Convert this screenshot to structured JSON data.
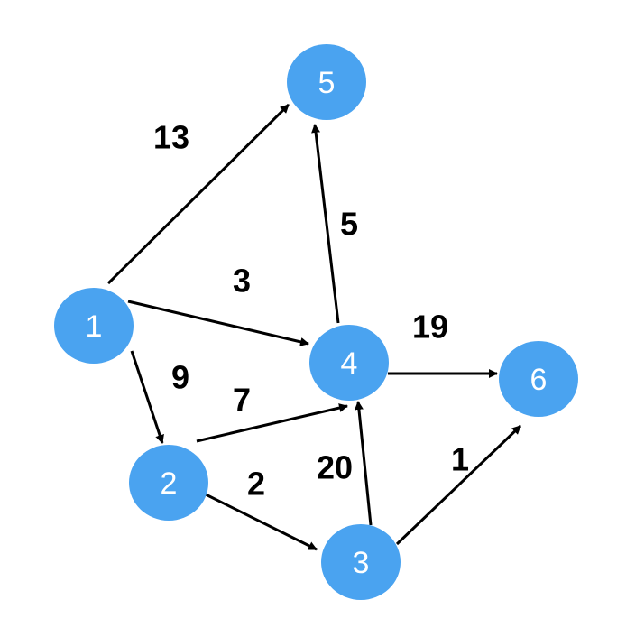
{
  "colors": {
    "node": "#4aa3f0",
    "edge": "#000000",
    "node_text": "#ffffff"
  },
  "nodes": [
    {
      "id": "1",
      "label": "1"
    },
    {
      "id": "2",
      "label": "2"
    },
    {
      "id": "3",
      "label": "3"
    },
    {
      "id": "4",
      "label": "4"
    },
    {
      "id": "5",
      "label": "5"
    },
    {
      "id": "6",
      "label": "6"
    }
  ],
  "edges": [
    {
      "from": "1",
      "to": "5",
      "weight": "13"
    },
    {
      "from": "1",
      "to": "4",
      "weight": "3"
    },
    {
      "from": "1",
      "to": "2",
      "weight": "9"
    },
    {
      "from": "2",
      "to": "4",
      "weight": "7"
    },
    {
      "from": "2",
      "to": "3",
      "weight": "2"
    },
    {
      "from": "3",
      "to": "4",
      "weight": "20"
    },
    {
      "from": "3",
      "to": "6",
      "weight": "1"
    },
    {
      "from": "4",
      "to": "5",
      "weight": "5"
    },
    {
      "from": "4",
      "to": "6",
      "weight": "19"
    }
  ]
}
